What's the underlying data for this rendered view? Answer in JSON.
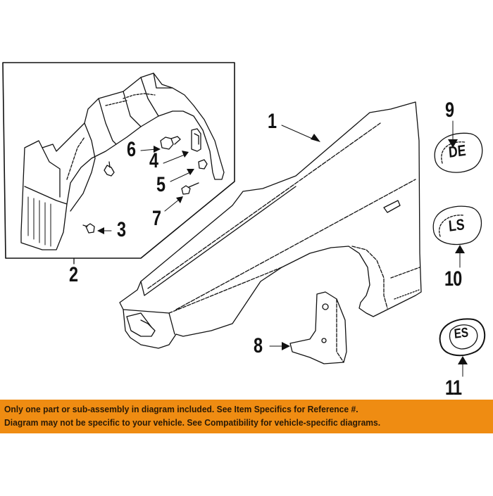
{
  "diagram": {
    "title": "Front fender assembly exploded parts diagram",
    "colors": {
      "background": "#ffffff",
      "line": "#111111",
      "notice_bg": "#ef8c12",
      "notice_text": "#2a1a06"
    },
    "callouts": [
      {
        "id": "1",
        "label": "1",
        "part": "fender"
      },
      {
        "id": "2",
        "label": "2",
        "part": "fender liner (inset)"
      },
      {
        "id": "3",
        "label": "3",
        "part": "clip"
      },
      {
        "id": "4",
        "label": "4",
        "part": "bracket"
      },
      {
        "id": "5",
        "label": "5",
        "part": "grommet"
      },
      {
        "id": "6",
        "label": "6",
        "part": "retainer"
      },
      {
        "id": "7",
        "label": "7",
        "part": "screw"
      },
      {
        "id": "8",
        "label": "8",
        "part": "mud flap / splash guard"
      },
      {
        "id": "9",
        "label": "9",
        "part": "emblem"
      },
      {
        "id": "10",
        "label": "10",
        "part": "emblem"
      },
      {
        "id": "11",
        "label": "11",
        "part": "emblem"
      }
    ],
    "emblems": [
      {
        "callout": "9",
        "text": "DE"
      },
      {
        "callout": "10",
        "text": "LS"
      },
      {
        "callout": "11",
        "text": "ES"
      }
    ]
  },
  "notice": {
    "line1": "Only one part or sub-assembly in diagram included. See Item Specifics for Reference #.",
    "line2": "Diagram may not be specific to your vehicle. See Compatibility for vehicle-specific diagrams."
  }
}
